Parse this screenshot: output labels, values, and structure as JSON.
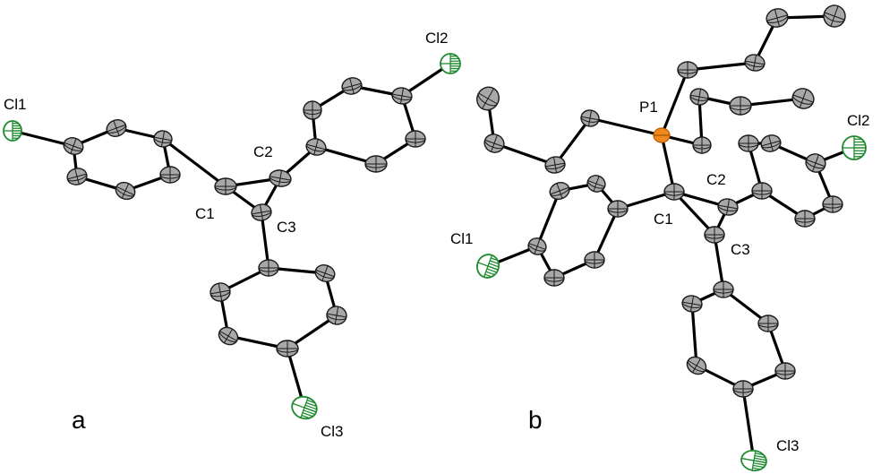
{
  "panels": [
    {
      "id": "a",
      "label": "a",
      "atom_labels": {
        "Cl1": "Cl1",
        "Cl2": "Cl2",
        "Cl3": "Cl3",
        "C1": "C1",
        "C2": "C2",
        "C3": "C3"
      }
    },
    {
      "id": "b",
      "label": "b",
      "atom_labels": {
        "P1": "P1",
        "Cl1": "Cl1",
        "Cl2": "Cl2",
        "Cl3": "Cl3",
        "C1": "C1",
        "C2": "C2",
        "C3": "C3"
      }
    }
  ],
  "colors": {
    "carbon": "#a8a8a8",
    "chlorine": "#1f8a2f",
    "phosphorus": "#f08a1e",
    "bond": "#000000"
  }
}
